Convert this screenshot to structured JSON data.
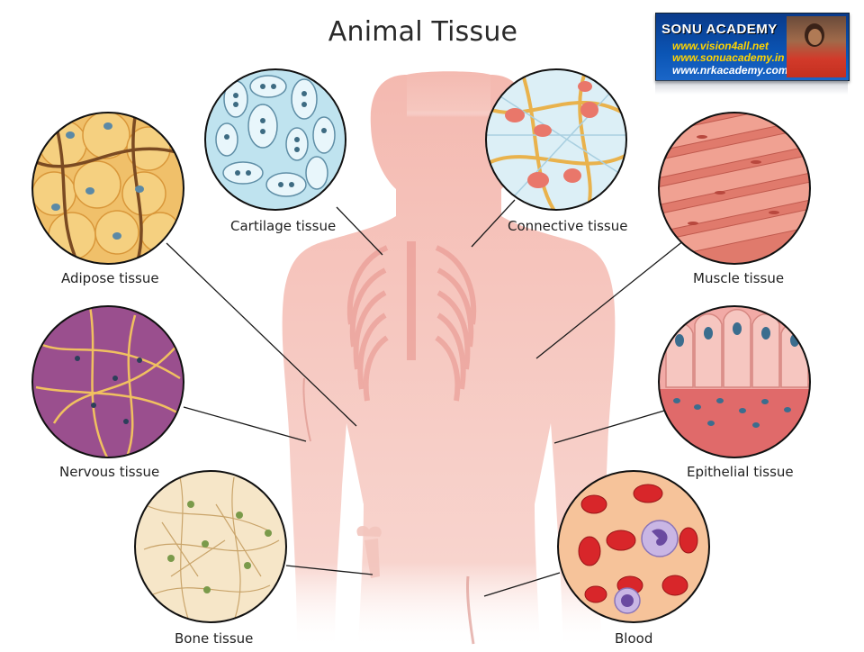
{
  "title": "Animal Tissue",
  "labels": {
    "cartilage": "Cartilage tissue",
    "connective": "Connective tissue",
    "adipose": "Adipose tissue",
    "muscle": "Muscle tissue",
    "nervous": "Nervous tissue",
    "epithelial": "Epithelial tissue",
    "bone": "Bone tissue",
    "blood": "Blood"
  },
  "badge": {
    "name": "SONU ACADEMY",
    "site1": "www.vision4all.net",
    "site2": "www.sonuacademy.in",
    "site3": "www.nrkacademy.com"
  },
  "colors": {
    "body": "#f4b9b0",
    "cartilage": "#bfe3ef",
    "connective": "#cfe8f2",
    "adipose": "#f2c36a",
    "muscle": "#e58a7a",
    "nervous": "#9a4f8e",
    "epithelial": "#f0a5a0",
    "bone": "#f6e6c8",
    "blood": "#f6c39a"
  }
}
